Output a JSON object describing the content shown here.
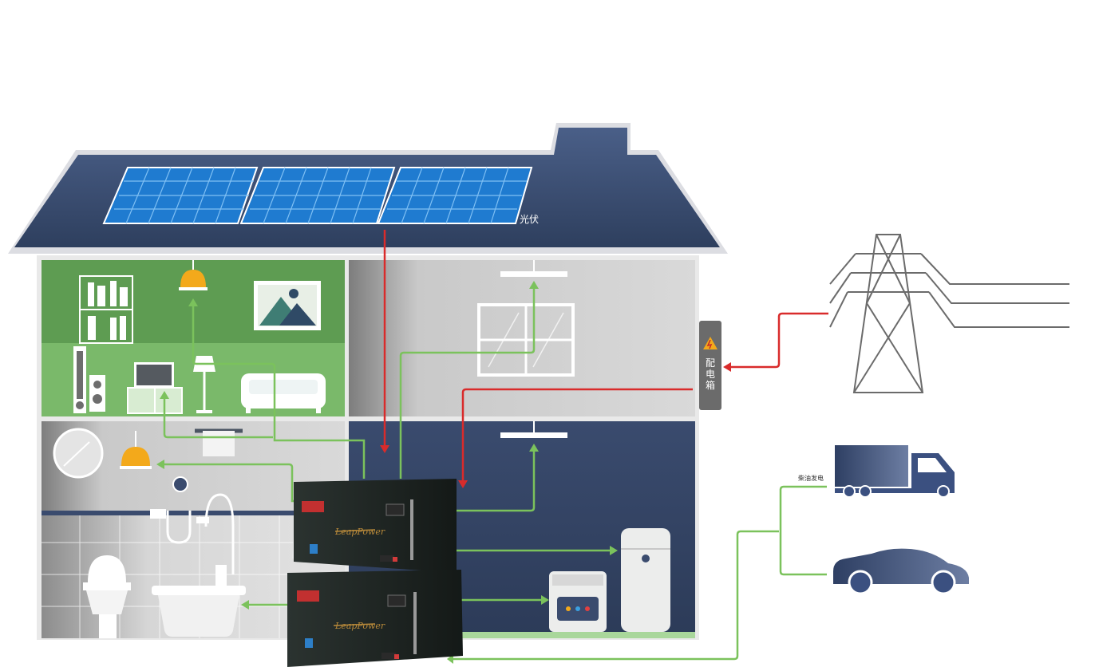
{
  "labels": {
    "photovoltaic": "光伏",
    "distribution_box": "配电箱",
    "diesel_generation": "柴油发电"
  },
  "battery": {
    "brand": "LeapPower"
  },
  "colors": {
    "roof": "#3f5680",
    "solar_panel": "#2a8ad8",
    "living_room": "#6fae5e",
    "wall_gray": "#c4c4c4",
    "dark_room": "#34466a",
    "ac_flow": "#d92b2b",
    "dc_flow": "#7bc25c",
    "pylon": "#6b6b6b",
    "vehicle": "#3b5080",
    "battery_body": "#1d2320"
  },
  "icons": [
    "solar-panel-icon",
    "pylon-icon",
    "truck-icon",
    "car-icon",
    "battery-icon",
    "lamp-icon",
    "tv-icon",
    "sofa-icon",
    "toilet-icon",
    "bathtub-icon",
    "washer-icon",
    "fridge-icon",
    "warning-icon"
  ]
}
